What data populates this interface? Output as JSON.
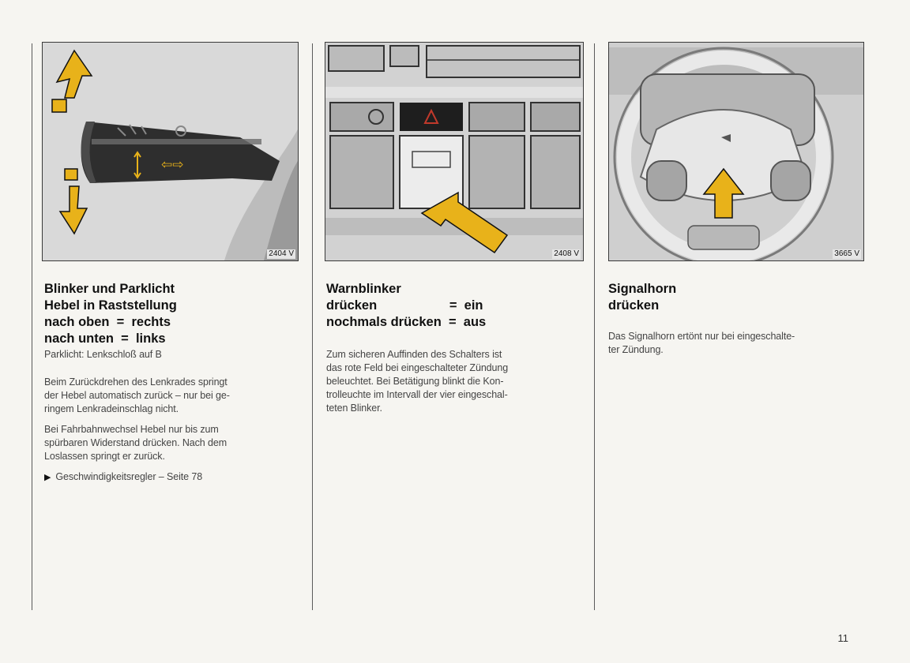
{
  "columns": [
    {
      "figure_code": "2404 V",
      "heading_lines": [
        "Blinker und Parklicht",
        "Hebel in Raststellung",
        "nach oben  =  rechts",
        "nach unten  =  links"
      ],
      "subtext": "Parklicht: Lenkschloß auf B",
      "paragraphs": [
        [
          "Beim Zurückdrehen des Lenkrades springt",
          "der Hebel automatisch zurück – nur bei ge-",
          "ringem Lenkradeinschlag nicht."
        ],
        [
          "Bei Fahrbahnwechsel Hebel nur bis zum",
          "spürbaren Widerstand drücken. Nach dem",
          "Loslassen springt er zurück."
        ]
      ],
      "reference": "Geschwindigkeitsregler – Seite 78"
    },
    {
      "figure_code": "2408 V",
      "heading_lines": [
        "Warnblinker",
        "drücken                    =  ein",
        "nochmals drücken  =  aus"
      ],
      "paragraphs": [
        [
          "Zum sicheren Auffinden des Schalters ist",
          "das rote Feld bei eingeschalteter Zündung",
          "beleuchtet. Bei Betätigung blinkt die Kon-",
          "trolleuchte im Intervall der vier eingeschal-",
          "teten Blinker."
        ]
      ]
    },
    {
      "figure_code": "3665 V",
      "heading_lines": [
        "Signalhorn",
        "drücken"
      ],
      "paragraphs": [
        [
          "Das Signalhorn ertönt nur bei eingeschalte-",
          "ter Zündung."
        ]
      ]
    }
  ],
  "lever_arrows_label": "⇦⇨",
  "page_number": "11",
  "colors": {
    "accent_yellow": "#e8b21a",
    "hazard_red": "#c0392b"
  }
}
